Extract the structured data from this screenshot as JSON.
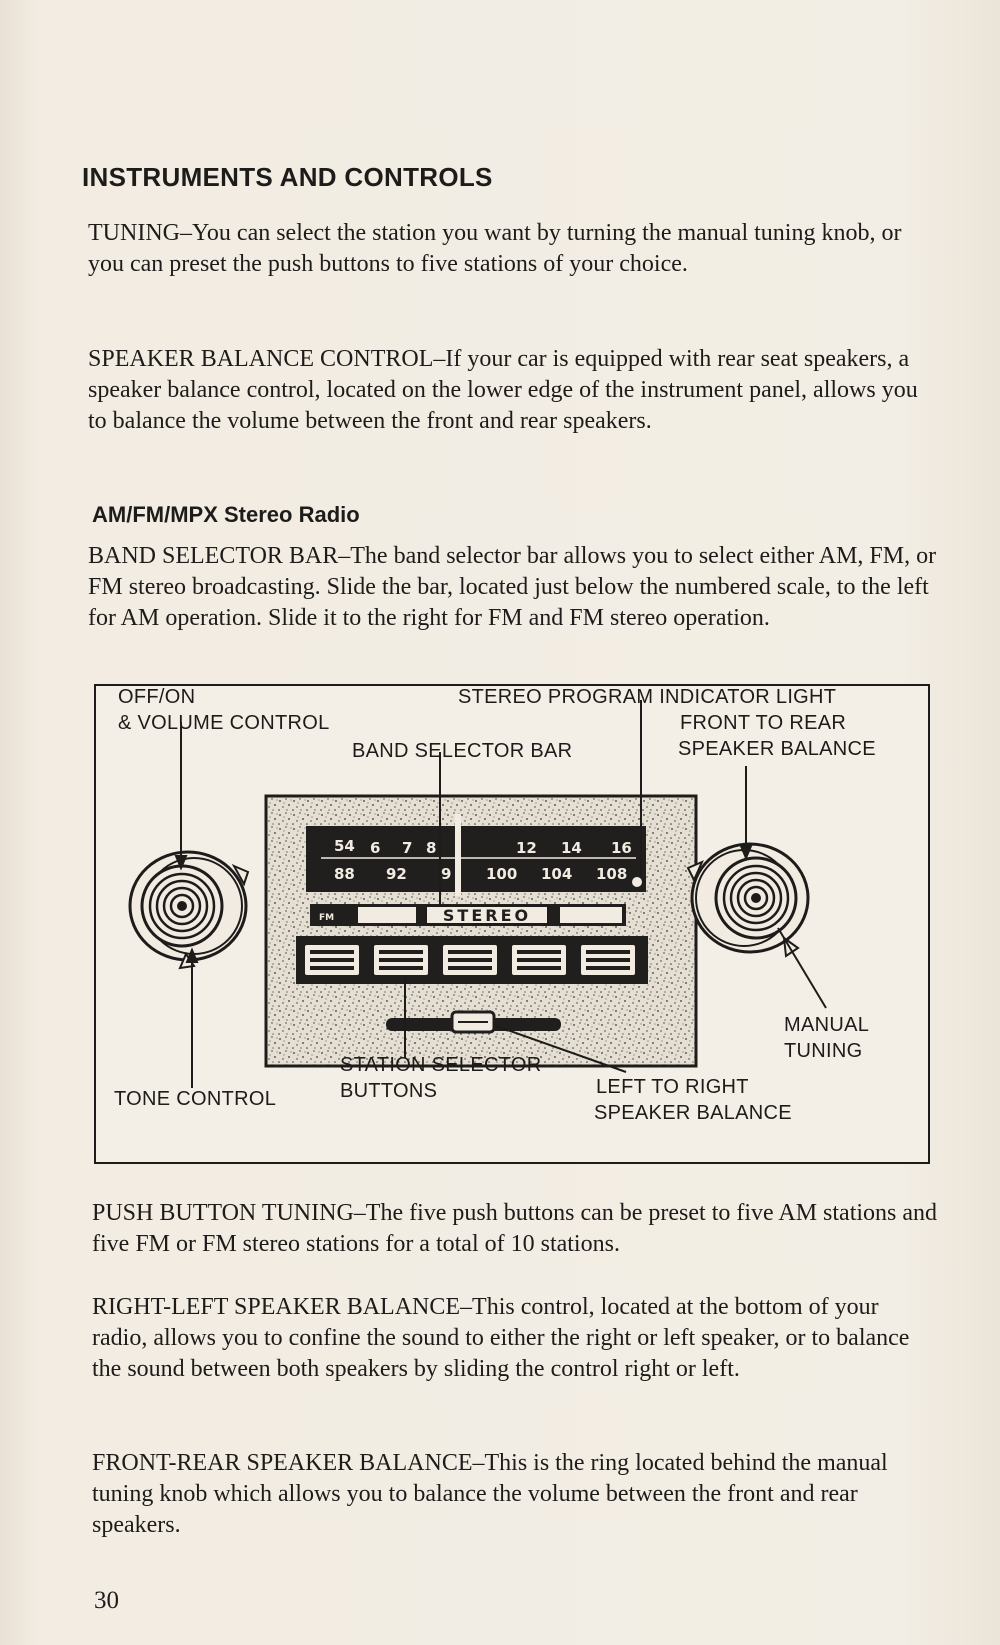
{
  "heading": "INSTRUMENTS AND CONTROLS",
  "paragraphs": {
    "tuning": "TUNING–You can select the station you want by turning the manual tuning knob, or you can preset the push buttons to five stations of your choice.",
    "speaker_balance": "SPEAKER BALANCE CONTROL–If your car is equipped with rear seat speakers, a speaker balance control, located on the lower edge of the instrument panel, allows you to balance the volume between the front and rear speakers.",
    "band_selector": "BAND SELECTOR BAR–The band selector bar allows you to select either AM, FM, or FM stereo broadcasting. Slide the bar, located just below the numbered scale, to the left for AM operation. Slide it to the right for FM and FM stereo operation.",
    "push_button": "PUSH BUTTON TUNING–The five push buttons can be preset to five AM stations and five FM or FM stereo stations for a total of 10 stations.",
    "right_left": "RIGHT-LEFT SPEAKER BALANCE–This control, located at the bottom of your radio, allows you to confine the sound to either the right or left speaker, or to balance the sound between both speakers by sliding the control right or left.",
    "front_rear": "FRONT-REAR SPEAKER BALANCE–This is the ring located behind the manual tuning knob which allows you to balance the volume between the front and rear speakers."
  },
  "subheading": "AM/FM/MPX Stereo Radio",
  "figure": {
    "labels": {
      "off_on_1": "OFF/ON",
      "off_on_2": "& VOLUME CONTROL",
      "stereo_indicator": "STEREO PROGRAM INDICATOR LIGHT",
      "front_rear_1": "FRONT TO REAR",
      "front_rear_2": "SPEAKER BALANCE",
      "band_selector": "BAND SELECTOR BAR",
      "manual_tuning_1": "MANUAL",
      "manual_tuning_2": "TUNING",
      "station_selector_1": "STATION SELECTOR",
      "station_selector_2": "BUTTONS",
      "tone_control": "TONE CONTROL",
      "left_right_1": "LEFT TO RIGHT",
      "left_right_2": "SPEAKER BALANCE"
    },
    "dial": {
      "am_scale": [
        "54",
        "6",
        "7",
        "8",
        "12",
        "14",
        "16"
      ],
      "fm_scale": [
        "88",
        "92",
        "9",
        "100",
        "104",
        "108"
      ],
      "band_fm": "FM",
      "band_stereo": "STEREO"
    }
  },
  "page_number": "30"
}
